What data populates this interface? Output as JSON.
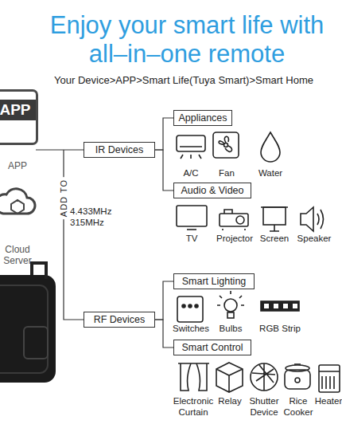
{
  "diagram": {
    "title": "Enjoy your smart life with all–in–one remote",
    "nodes": [
      {
        "text": [
          "APP"
        ]
      },
      {
        "text": [
          "IR Devices"
        ]
      },
      {
        "text": [
          "Appliances"
        ]
      },
      {
        "text": [
          "Audio & Video"
        ]
      },
      {
        "text": [
          "RF Devices"
        ]
      },
      {
        "text": [
          "Smart Lighting"
        ]
      },
      {
        "text": [
          "Smart Control"
        ]
      }
    ],
    "edges": [
      {
        "from": 1,
        "to": 2,
        "arrow": "none"
      },
      {
        "from": 1,
        "to": 3,
        "arrow": "none"
      },
      {
        "from": 4,
        "to": 5,
        "arrow": "none"
      },
      {
        "from": 4,
        "to": 6,
        "arrow": "none"
      }
    ],
    "labels": [
      "Your Device>APP>Smart Life(Tuya Smart)>Smart Home",
      "APP",
      "Cloud Server",
      "ADD TO",
      "4.433MHz 315MHz",
      "A/C",
      "Fan",
      "Water",
      "TV",
      "Projector",
      "Screen",
      "Speaker",
      "Switches",
      "Bulbs",
      "RGB Strip",
      "Electronic Curtain",
      "Relay",
      "Shutter Device",
      "Rice Cooker",
      "Heater"
    ]
  }
}
